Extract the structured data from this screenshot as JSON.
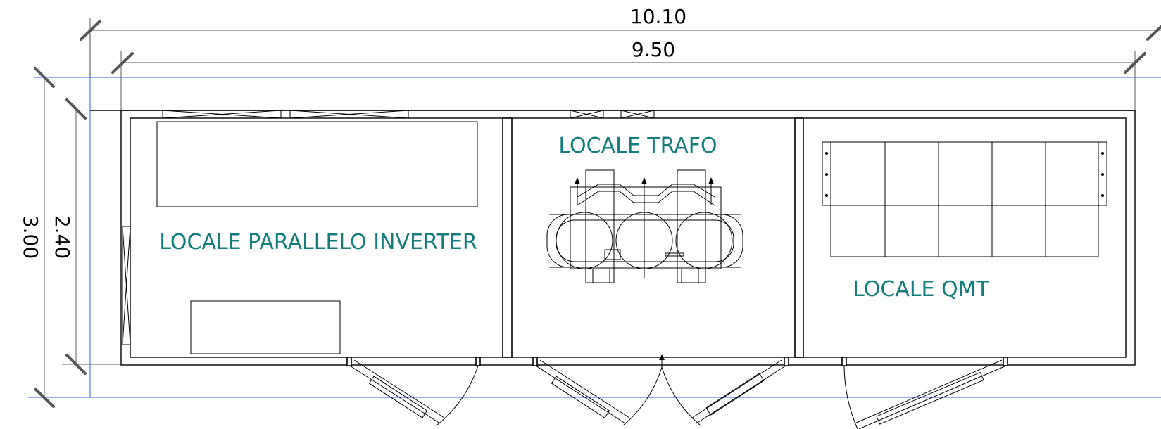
{
  "dimensions": {
    "overall_width": "10.10",
    "inner_width": "9.50",
    "overall_height": "3.00",
    "inner_height": "2.40"
  },
  "rooms": {
    "inverter": "LOCALE PARALLELO INVERTER",
    "trafo": "LOCALE TRAFO",
    "qmt": "LOCALE QMT"
  },
  "colors": {
    "room_label": "#137d7d",
    "guide_lines": "#4f7fe8",
    "dimension_lines": "#777777"
  }
}
